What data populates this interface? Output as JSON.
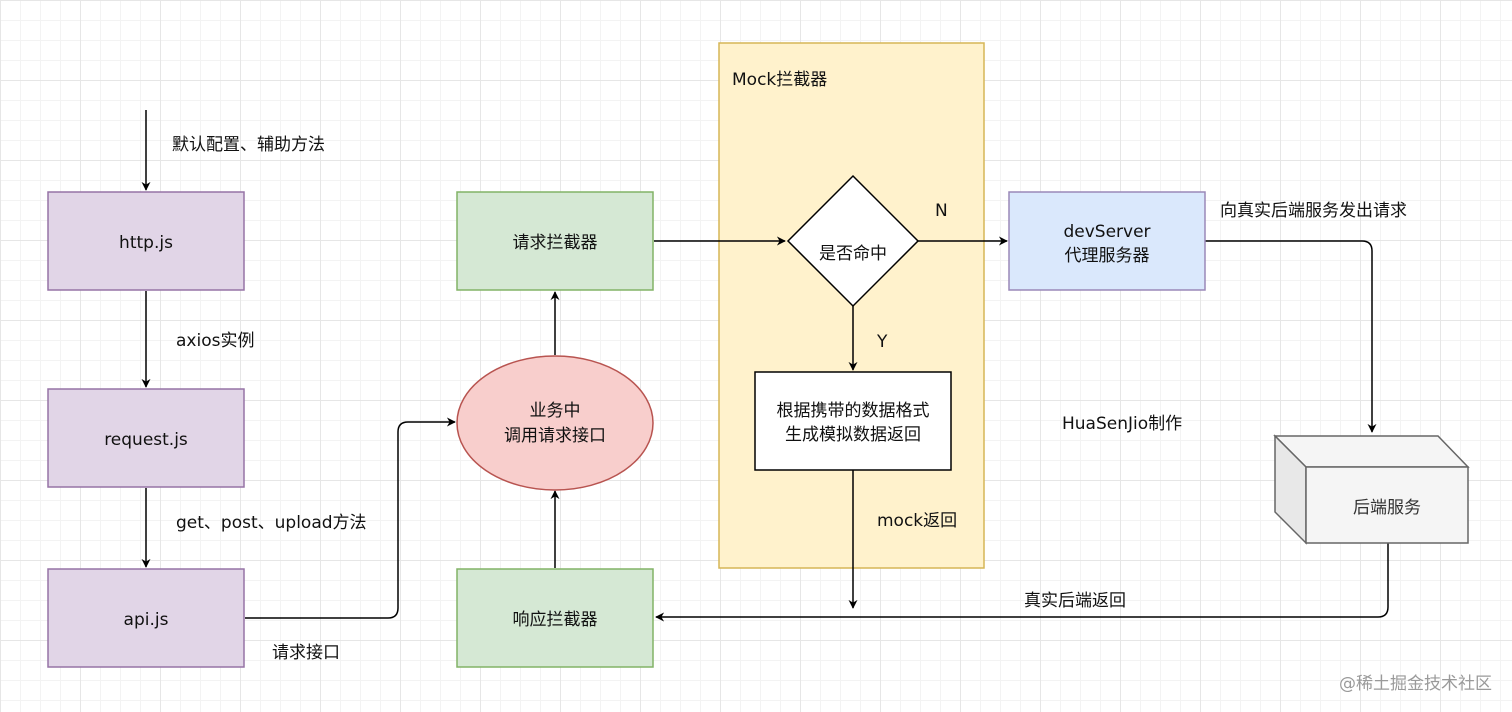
{
  "nodes": {
    "http": "http.js",
    "request": "request.js",
    "api": "api.js",
    "req_interceptor": "请求拦截器",
    "biz_line1": "业务中",
    "biz_line2": "调用请求接口",
    "resp_interceptor": "响应拦截器",
    "mock_container": "Mock拦截器",
    "decision": "是否命中",
    "mock_gen_line1": "根据携带的数据格式",
    "mock_gen_line2": "生成模拟数据返回",
    "devserver_line1": "devServer",
    "devserver_line2": "代理服务器",
    "backend": "后端服务"
  },
  "edge_labels": {
    "default_config": "默认配置、辅助方法",
    "axios_instance": "axios实例",
    "methods": "get、post、upload方法",
    "request_api": "请求接口",
    "no": "N",
    "yes": "Y",
    "mock_return": "mock返回",
    "to_backend": "向真实后端服务发出请求",
    "real_return": "真实后端返回"
  },
  "author": "HuaSenJio制作",
  "watermark": "@稀土掘金技术社区",
  "colors": {
    "purple_fill": "#e1d5e7",
    "purple_stroke": "#9673a6",
    "green_fill": "#d5e8d4",
    "green_stroke": "#82b366",
    "red_fill": "#f8cecc",
    "red_stroke": "#b85450",
    "yellow_fill": "#fff2cc",
    "yellow_stroke": "#d6b656",
    "blue_fill": "#dae8fc",
    "blue_stroke": "#9a88b8",
    "gray_fill": "#f5f5f5",
    "gray_stroke": "#666666"
  }
}
